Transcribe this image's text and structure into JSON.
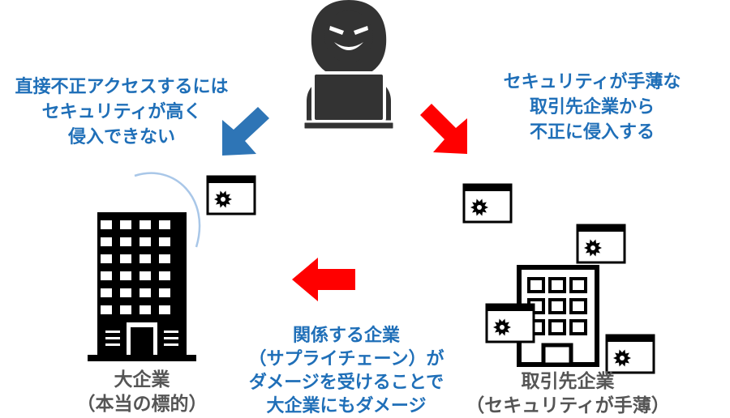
{
  "left_note": {
    "lines": [
      "直接不正アクセスするには",
      "セキュリティが高く",
      "侵入できない"
    ],
    "color": "#1f6fb8"
  },
  "right_note": {
    "lines": [
      "セキュリティが手薄な",
      "取引先企業から",
      "不正に侵入する"
    ],
    "color": "#1f6fb8"
  },
  "bottom_note": {
    "lines": [
      "関係する企業",
      "（サプライチェーン）が",
      "ダメージを受けることで",
      "大企業にもダメージ"
    ],
    "color": "#1f6fb8"
  },
  "big_company": {
    "lines": [
      "大企業",
      "（本当の標的）"
    ]
  },
  "partner_company": {
    "lines": [
      "取引先企業",
      "（セキュリティが手薄）"
    ]
  },
  "icons": {
    "attacker": "hacker-icon",
    "building_large": "office-building-icon",
    "building_small": "small-office-icon",
    "malware": "malware-window-icon"
  },
  "colors": {
    "blue_arrow": "#2e75b6",
    "red_arrow": "#ff0000",
    "shield_arc": "#a9c7e8"
  }
}
